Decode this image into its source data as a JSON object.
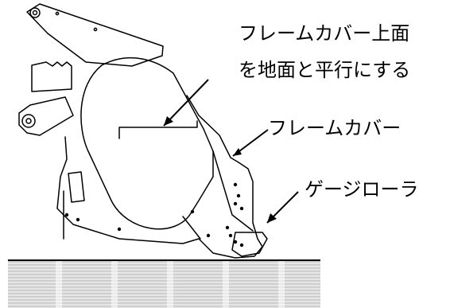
{
  "labels": {
    "frame_cover_top_line1": "フレームカバー上面",
    "frame_cover_top_line2": "を地面と平行にする",
    "frame_cover": "フレームカバー",
    "gauge_roller": "ゲージローラ"
  },
  "colors": {
    "line": "#000000",
    "ground_stripe_light": "#e3e3e3",
    "ground_stripe_dark": "#c9c9c9"
  }
}
